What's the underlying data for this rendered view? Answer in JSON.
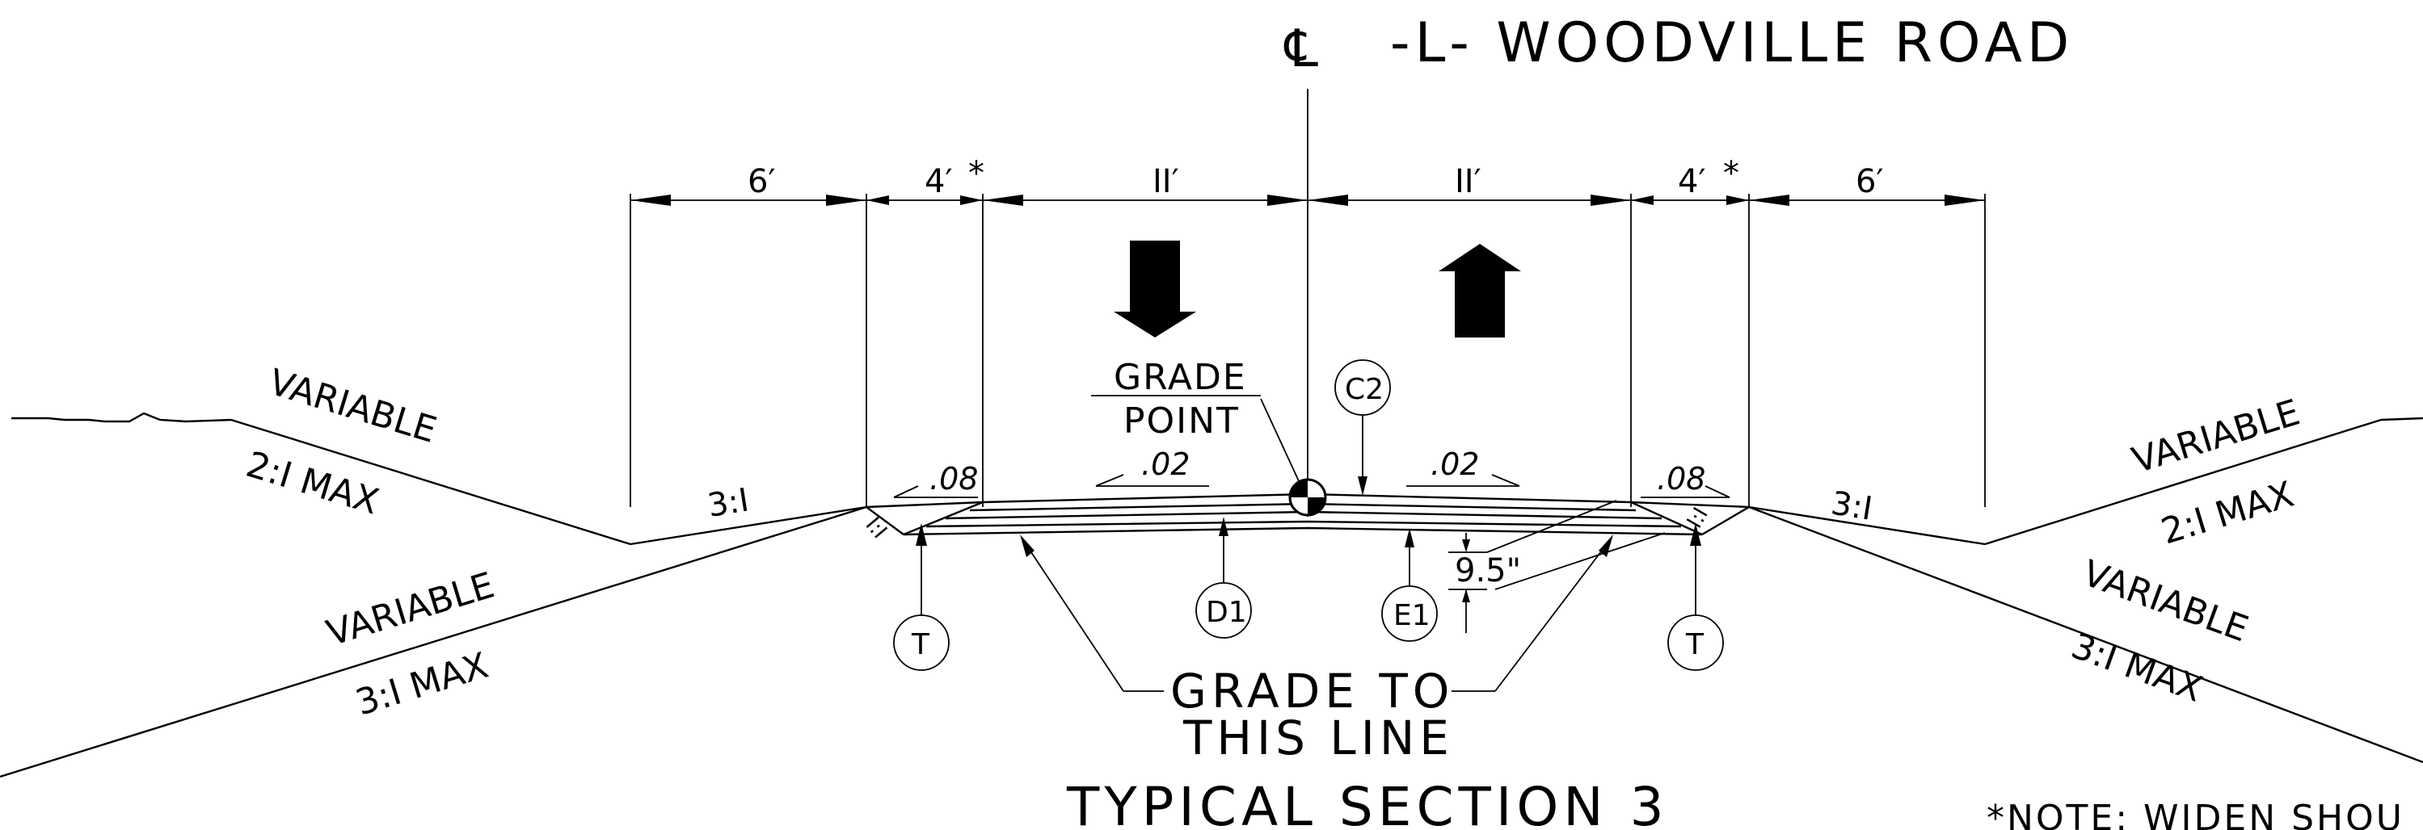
{
  "title": {
    "centerline_symbol": "℄",
    "road_name": "-L- WOODVILLE ROAD"
  },
  "section_title": "TYPICAL SECTION 3",
  "note": "*NOTE: WIDEN SHOU",
  "dimensions": {
    "left_shoulder_outer": "6′",
    "left_shoulder_paved": "4′",
    "left_lane": "II′",
    "right_lane": "II′",
    "right_shoulder_paved": "4′",
    "right_shoulder_outer": "6′",
    "asterisk": "*"
  },
  "slopes": {
    "left_paved_shoulder": ".08",
    "left_lane": ".02",
    "right_lane": ".02",
    "right_paved_shoulder": ".08",
    "left_front_slope": "3:I",
    "right_front_slope": "3:I",
    "left_edge_slope": "I:I",
    "right_edge_slope": "I:I"
  },
  "callouts": {
    "grade_point_line1": "GRADE",
    "grade_point_line2": "POINT",
    "grade_line1": "GRADE TO",
    "grade_line2": "THIS LINE",
    "thickness": "9.5\"",
    "circle_c2": "C2",
    "circle_d1": "D1",
    "circle_e1": "E1",
    "circle_t_left": "T",
    "circle_t_right": "T"
  },
  "side_slopes": {
    "upper_left_label": "VARIABLE",
    "upper_left_ratio": "2:I   MAX",
    "lower_left_label": "VARIABLE",
    "lower_left_ratio": "3:I   MAX",
    "upper_right_label": "VARIABLE",
    "upper_right_ratio": "2:I   MAX",
    "lower_right_label": "VARIABLE",
    "lower_right_ratio": "3:I   MAX"
  }
}
